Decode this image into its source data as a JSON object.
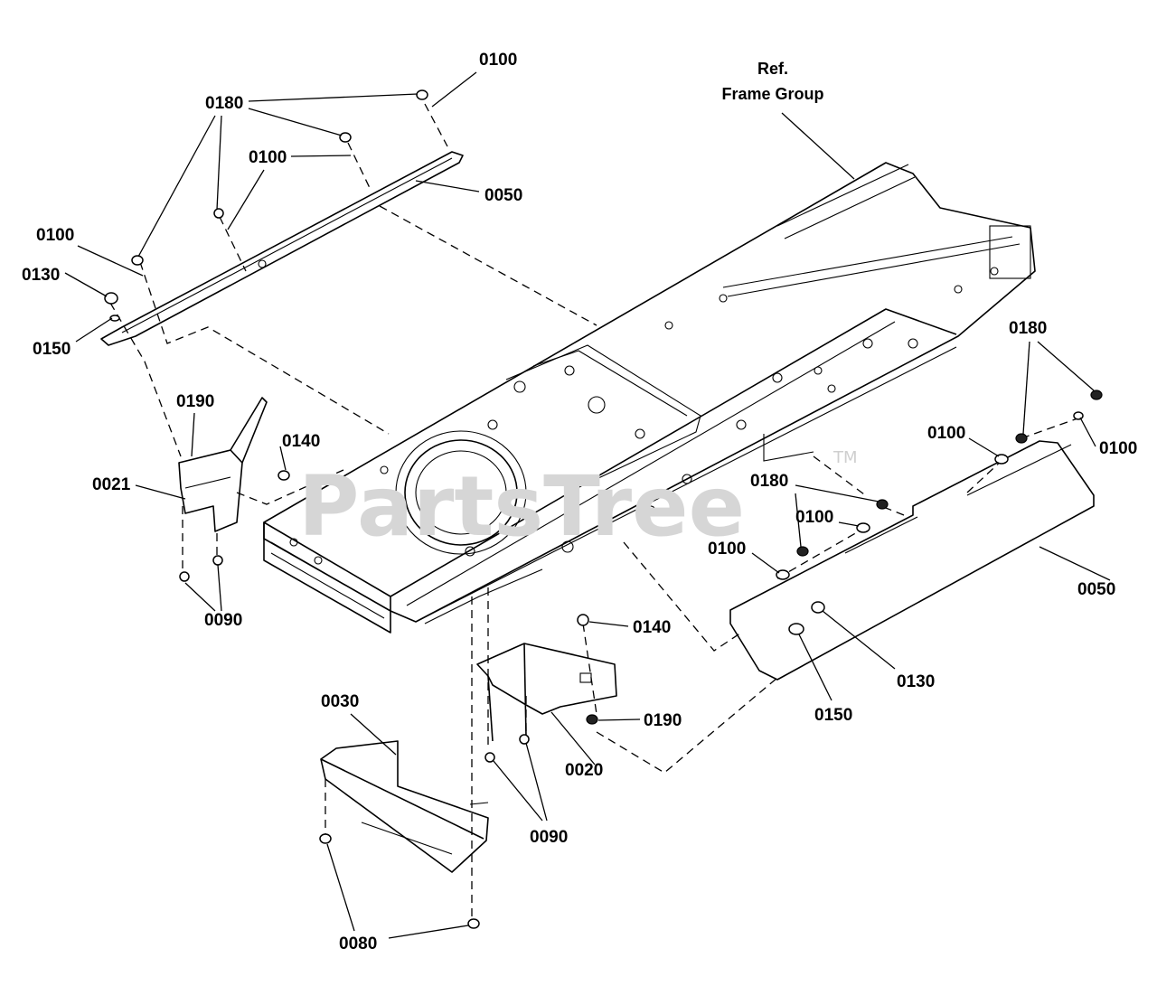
{
  "watermark": {
    "text": "PartsTree",
    "trademark": "TM"
  },
  "reference": {
    "line1": "Ref.",
    "line2": "Frame Group"
  },
  "callouts": [
    "0100",
    "0180",
    "0100",
    "0050",
    "0100",
    "0130",
    "0150",
    "0190",
    "0140",
    "0021",
    "0090",
    "0180",
    "0100",
    "0100",
    "0180",
    "0100",
    "0100",
    "0050",
    "0140",
    "0190",
    "0020",
    "0130",
    "0150",
    "0030",
    "0090",
    "0080"
  ]
}
